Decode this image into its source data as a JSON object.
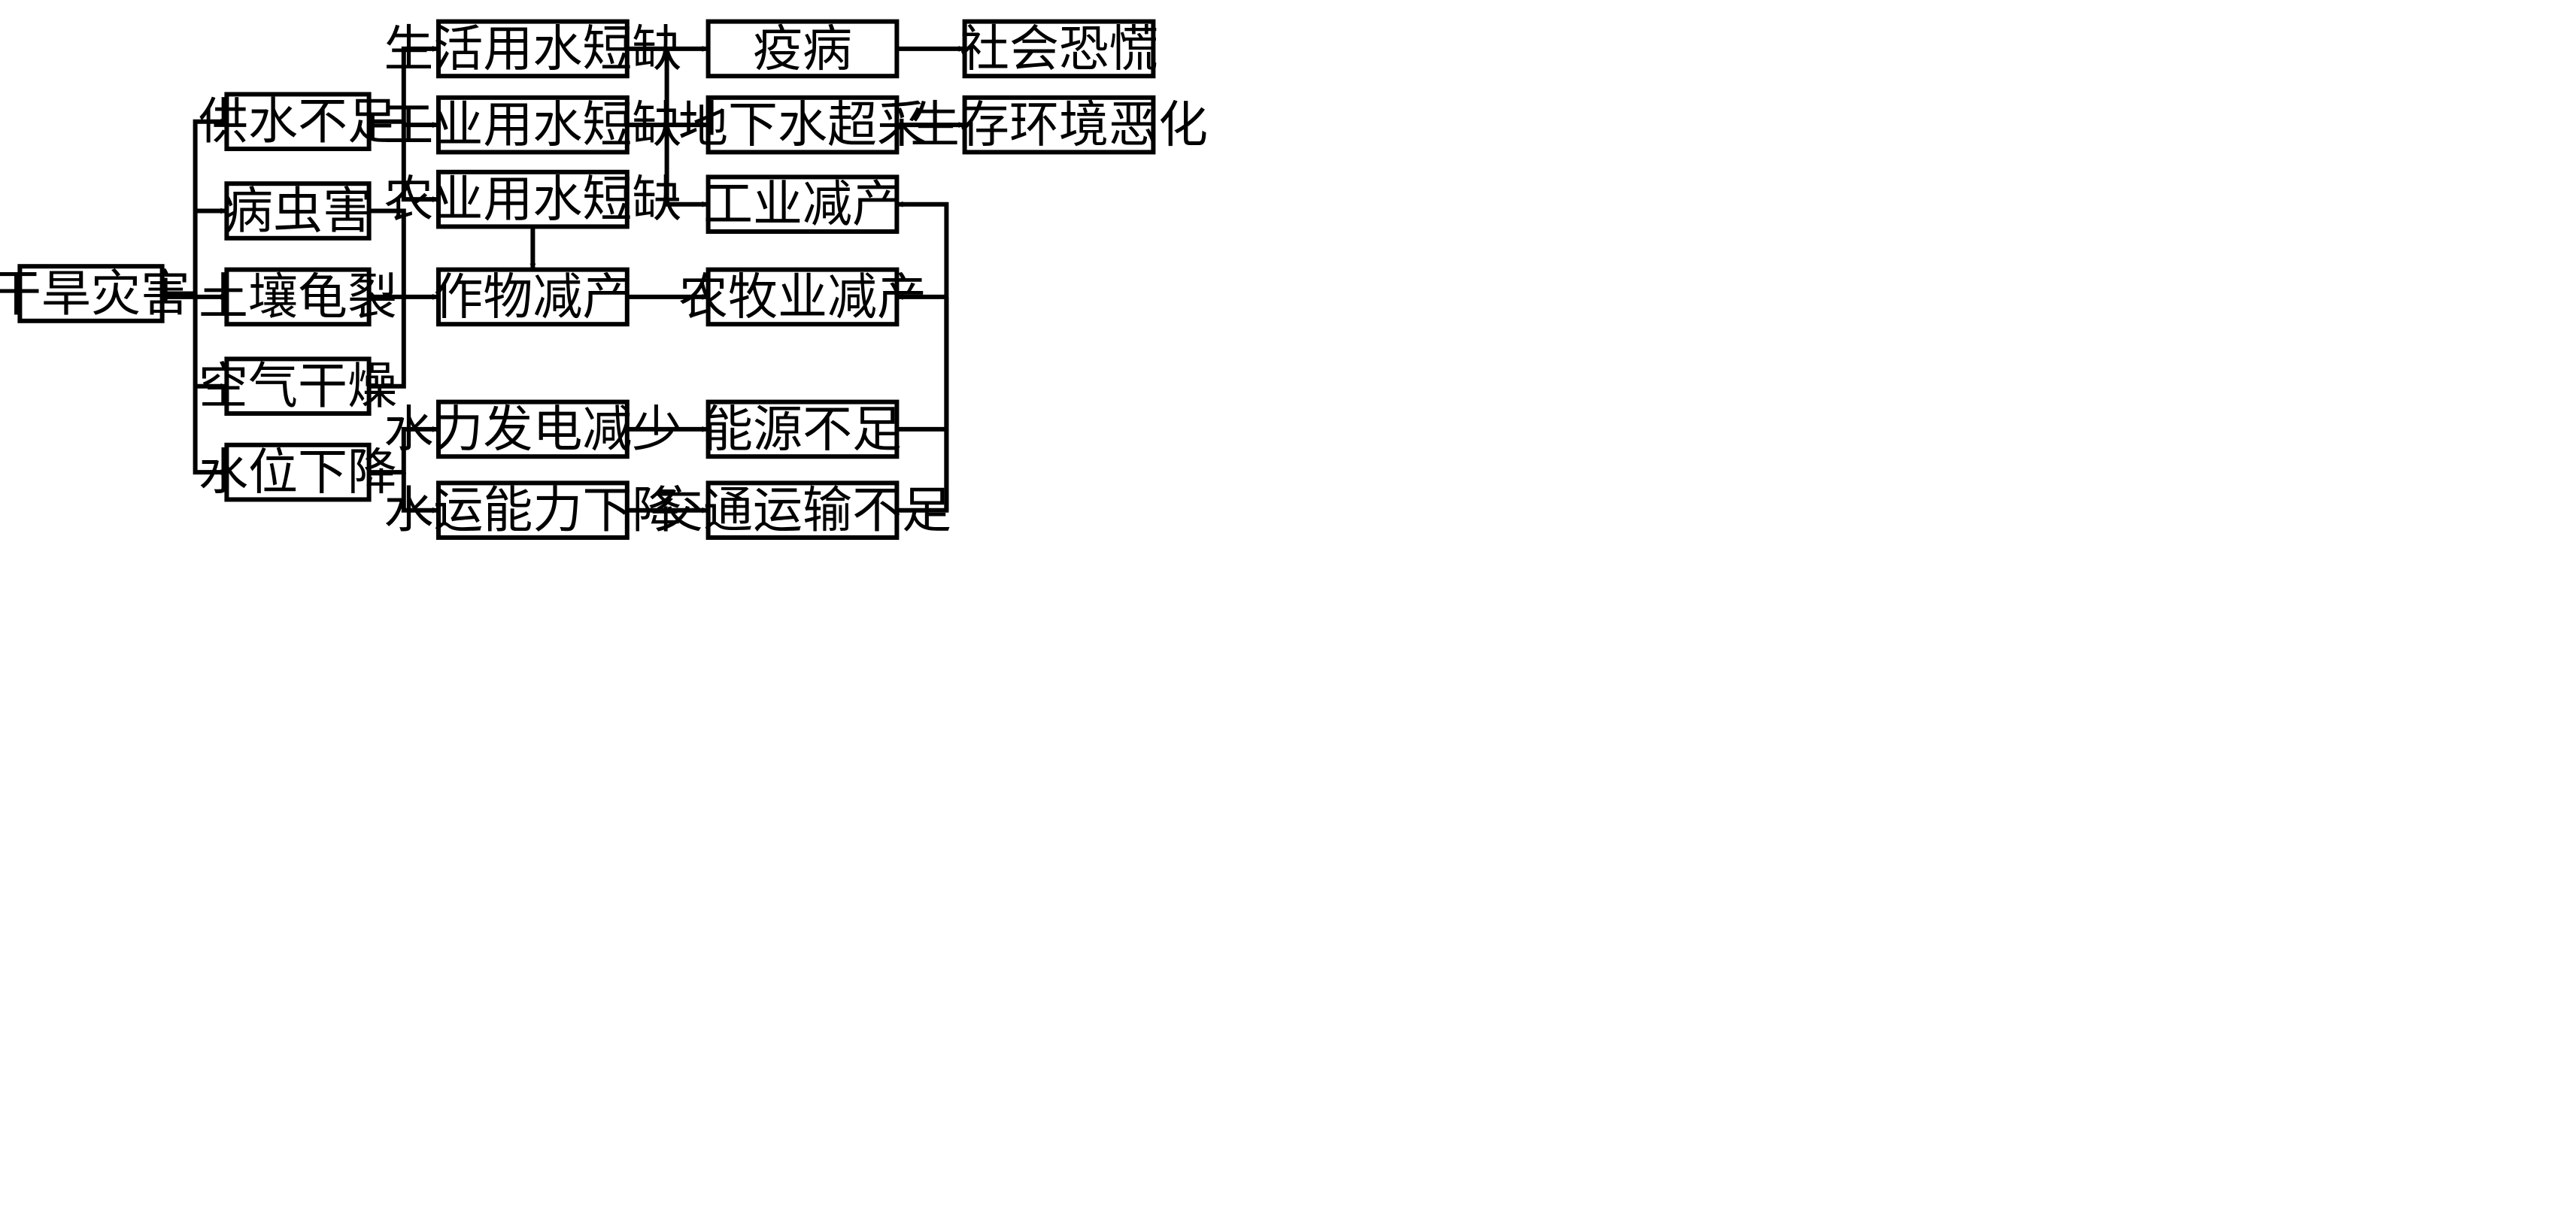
{
  "nodes": [
    {
      "id": "drought",
      "label": "干旱灾害"
    },
    {
      "id": "supply",
      "label": "供水不足"
    },
    {
      "id": "pests",
      "label": "病虫害"
    },
    {
      "id": "soil",
      "label": "土壤龟裂"
    },
    {
      "id": "air",
      "label": "空气干燥"
    },
    {
      "id": "waterlevel",
      "label": "水位下降"
    },
    {
      "id": "domestic",
      "label": "生活用水短缺"
    },
    {
      "id": "industrial_water",
      "label": "工业用水短缺"
    },
    {
      "id": "agri_water",
      "label": "农业用水短缺"
    },
    {
      "id": "crop",
      "label": "作物减产"
    },
    {
      "id": "hydro",
      "label": "水力发电减少"
    },
    {
      "id": "shipping",
      "label": "水运能力下降"
    },
    {
      "id": "epidemic",
      "label": "疫病"
    },
    {
      "id": "groundwater",
      "label": "地下水超采"
    },
    {
      "id": "industry_cut",
      "label": "工业减产"
    },
    {
      "id": "agri_cut",
      "label": "农牧业减产"
    },
    {
      "id": "energy",
      "label": "能源不足"
    },
    {
      "id": "transport",
      "label": "交通运输不足"
    },
    {
      "id": "panic",
      "label": "社会恐慌"
    },
    {
      "id": "environment",
      "label": "生存环境恶化"
    }
  ],
  "edges": [
    {
      "from": "drought",
      "to": "supply"
    },
    {
      "from": "drought",
      "to": "pests"
    },
    {
      "from": "drought",
      "to": "soil"
    },
    {
      "from": "drought",
      "to": "air"
    },
    {
      "from": "drought",
      "to": "waterlevel"
    },
    {
      "from": "supply",
      "to": "domestic"
    },
    {
      "from": "supply",
      "to": "industrial_water"
    },
    {
      "from": "supply",
      "to": "agri_water"
    },
    {
      "from": "pests",
      "to": "crop"
    },
    {
      "from": "soil",
      "to": "crop"
    },
    {
      "from": "air",
      "to": "crop"
    },
    {
      "from": "agri_water",
      "to": "crop"
    },
    {
      "from": "waterlevel",
      "to": "hydro"
    },
    {
      "from": "waterlevel",
      "to": "shipping"
    },
    {
      "from": "domestic",
      "to": "epidemic"
    },
    {
      "from": "domestic",
      "to": "groundwater"
    },
    {
      "from": "domestic",
      "to": "industry_cut"
    },
    {
      "from": "industrial_water",
      "to": "groundwater"
    },
    {
      "from": "crop",
      "to": "agri_cut"
    },
    {
      "from": "hydro",
      "to": "energy"
    },
    {
      "from": "shipping",
      "to": "transport"
    },
    {
      "from": "energy",
      "to": "industry_cut"
    },
    {
      "from": "energy",
      "to": "agri_cut"
    },
    {
      "from": "transport",
      "to": "industry_cut"
    },
    {
      "from": "transport",
      "to": "agri_cut"
    },
    {
      "from": "epidemic",
      "to": "panic"
    },
    {
      "from": "groundwater",
      "to": "environment"
    }
  ]
}
